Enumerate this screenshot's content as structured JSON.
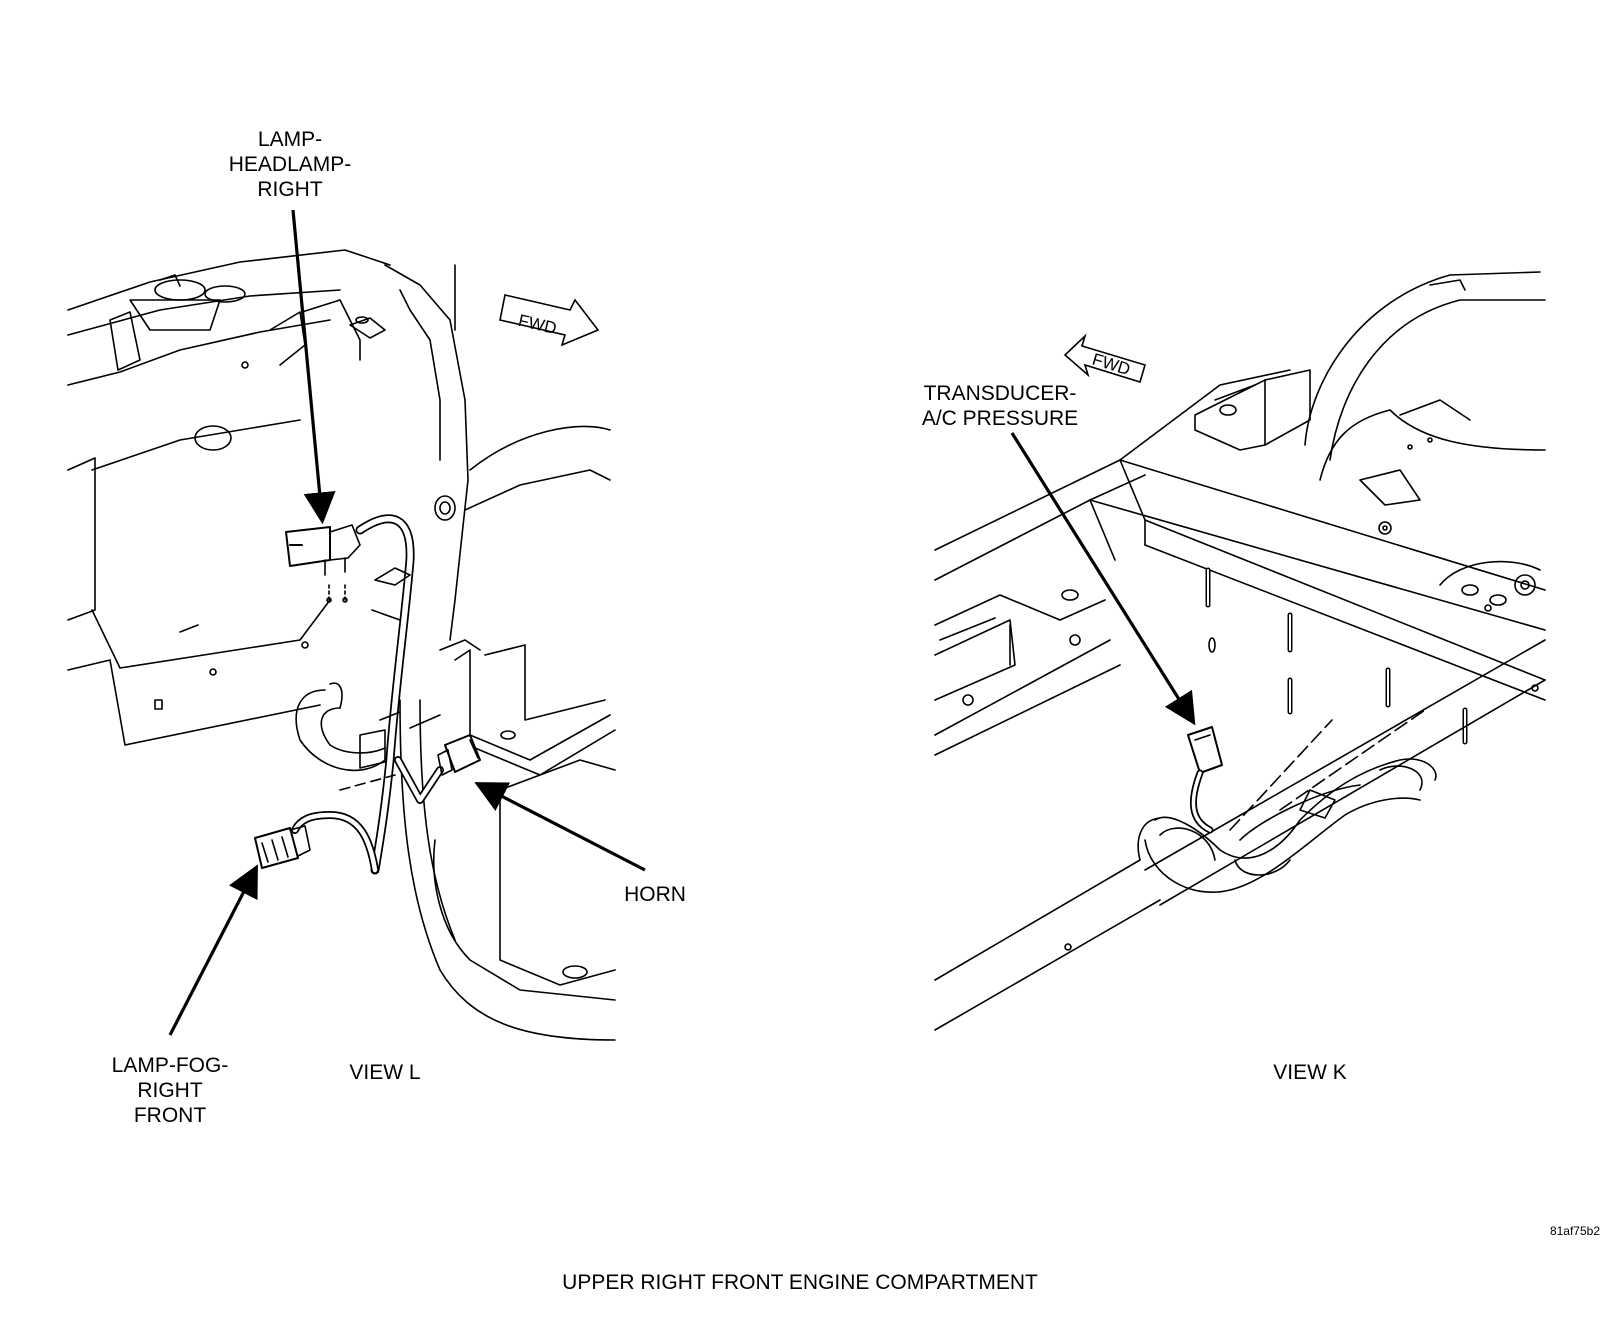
{
  "view_l": {
    "headlamp_label": [
      "LAMP-",
      "HEADLAMP-",
      "RIGHT"
    ],
    "fog_label": [
      "LAMP-FOG-",
      "RIGHT",
      "FRONT"
    ],
    "horn_label": "HORN",
    "view_label": "VIEW L",
    "fwd_label": "FWD"
  },
  "view_k": {
    "transducer_label": [
      "TRANSDUCER-",
      "A/C PRESSURE"
    ],
    "view_label": "VIEW K",
    "fwd_label": "FWD"
  },
  "figure_id": "81af75b2",
  "caption": "UPPER RIGHT FRONT ENGINE COMPARTMENT"
}
